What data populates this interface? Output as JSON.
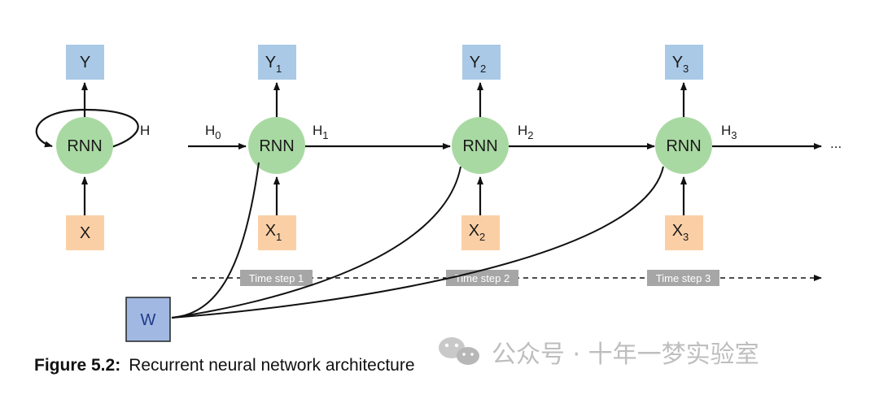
{
  "diagram": {
    "folded": {
      "output": "Y",
      "cell": "RNN",
      "loop_label": "H",
      "input": "X"
    },
    "unrolled": {
      "initial_hidden": "H",
      "initial_hidden_sub": "0",
      "steps": [
        {
          "output": "Y",
          "output_sub": "1",
          "cell": "RNN",
          "hidden": "H",
          "hidden_sub": "1",
          "input": "X",
          "input_sub": "1",
          "time_label": "Time step 1"
        },
        {
          "output": "Y",
          "output_sub": "2",
          "cell": "RNN",
          "hidden": "H",
          "hidden_sub": "2",
          "input": "X",
          "input_sub": "2",
          "time_label": "Time step 2"
        },
        {
          "output": "Y",
          "output_sub": "3",
          "cell": "RNN",
          "hidden": "H",
          "hidden_sub": "3",
          "input": "X",
          "input_sub": "3",
          "time_label": "Time step 3"
        }
      ],
      "continuation": "...",
      "weights": "W"
    },
    "colors": {
      "output_box": "#a9c9e6",
      "input_box": "#fbcfa6",
      "cell": "#a9d9a2",
      "weights_box": "#a1b9e2",
      "time_label_bg": "#a6a6a6"
    }
  },
  "caption": {
    "label": "Figure 5.2:",
    "text": "Recurrent neural network architecture"
  },
  "watermark": {
    "text": "公众号 · 十年一梦实验室",
    "icon": "wechat-icon"
  }
}
